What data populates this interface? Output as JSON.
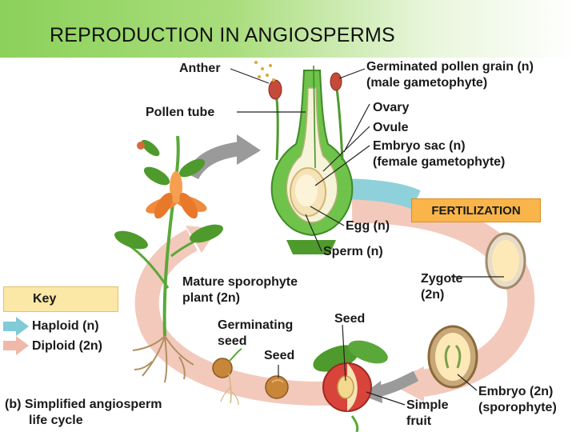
{
  "title": "REPRODUCTION IN ANGIOSPERMS",
  "labels": {
    "anther": "Anther",
    "pollen_tube": "Pollen tube",
    "germinated_pollen_line1": "Germinated pollen grain (n)",
    "germinated_pollen_line2": "(male gametophyte)",
    "ovary": "Ovary",
    "ovule": "Ovule",
    "embryo_sac_line1": "Embryo sac (n)",
    "embryo_sac_line2": "(female gametophyte)",
    "egg": "Egg (n)",
    "sperm": "Sperm (n)",
    "fertilization": "FERTILIZATION",
    "zygote_line1": "Zygote",
    "zygote_line2": "(2n)",
    "mature_sporophyte_line1": "Mature sporophyte",
    "mature_sporophyte_line2": "plant (2n)",
    "germinating_seed_line1": "Germinating",
    "germinating_seed_line2": "seed",
    "seed_upper": "Seed",
    "seed_lower": "Seed",
    "embryo_line1": "Embryo (2n)",
    "embryo_line2": "(sporophyte)",
    "simple_fruit_line1": "Simple",
    "simple_fruit_line2": "fruit",
    "caption_line1": "(b) Simplified angiosperm",
    "caption_line2": "life cycle"
  },
  "key": {
    "title": "Key",
    "haploid": "Haploid (n)",
    "diploid": "Diploid (2n)"
  },
  "colors": {
    "haploid_arrow": "#7fcbd6",
    "diploid_arrow": "#f0b8a8",
    "fertilization_box": "#f9b54a",
    "key_box": "#fbe7a6",
    "title_band": "#8bd15a"
  }
}
